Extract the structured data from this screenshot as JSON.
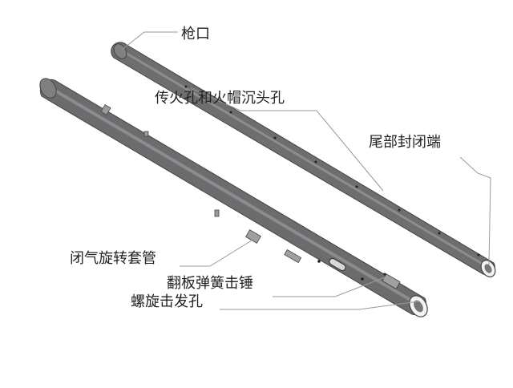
{
  "diagram": {
    "labels": {
      "muzzle": "枪口",
      "touch_holes": "传火孔和火帽沉头孔",
      "breech_end": "尾部封闭端",
      "rotating_sleeve": "闭气旋转套管",
      "spring_hammer": "翻板弹簧击锤",
      "spiral_slot": "螺旋击发孔"
    }
  }
}
